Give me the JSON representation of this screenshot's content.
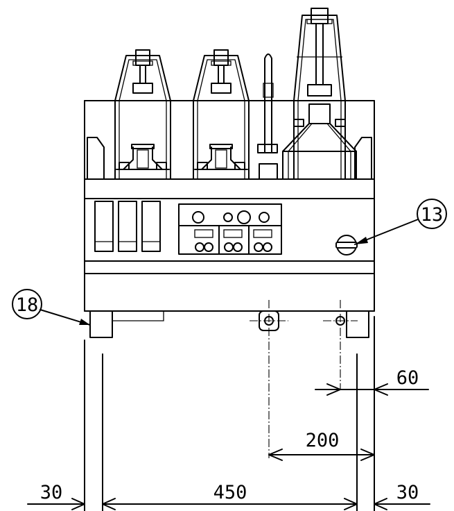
{
  "callouts": {
    "c13": "13",
    "c18": "18"
  },
  "dimensions": {
    "d60": "60",
    "d200": "200",
    "d30_left": "30",
    "d450": "450",
    "d30_right": "30"
  }
}
